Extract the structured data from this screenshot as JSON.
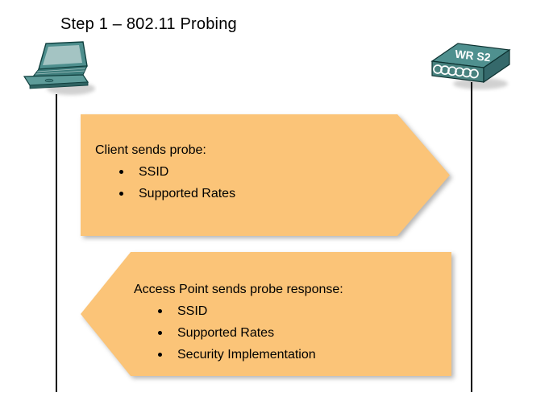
{
  "title": "Step 1 – 802.11 Probing",
  "devices": {
    "client": {
      "type": "laptop"
    },
    "access_point": {
      "label": "WR S2",
      "type": "wireless-router"
    }
  },
  "messages": [
    {
      "direction": "right",
      "from": "client",
      "to": "access_point",
      "heading": "Client sends probe:",
      "bullets": [
        "SSID",
        "Supported Rates"
      ]
    },
    {
      "direction": "left",
      "from": "access_point",
      "to": "client",
      "heading": "Access Point sends probe response:",
      "bullets": [
        "SSID",
        "Supported Rates",
        "Security Implementation"
      ]
    }
  ],
  "colors": {
    "arrow_fill": "#FBC478",
    "device_teal": "#4E8F8E",
    "text": "#000000",
    "background": "#FFFFFF"
  }
}
